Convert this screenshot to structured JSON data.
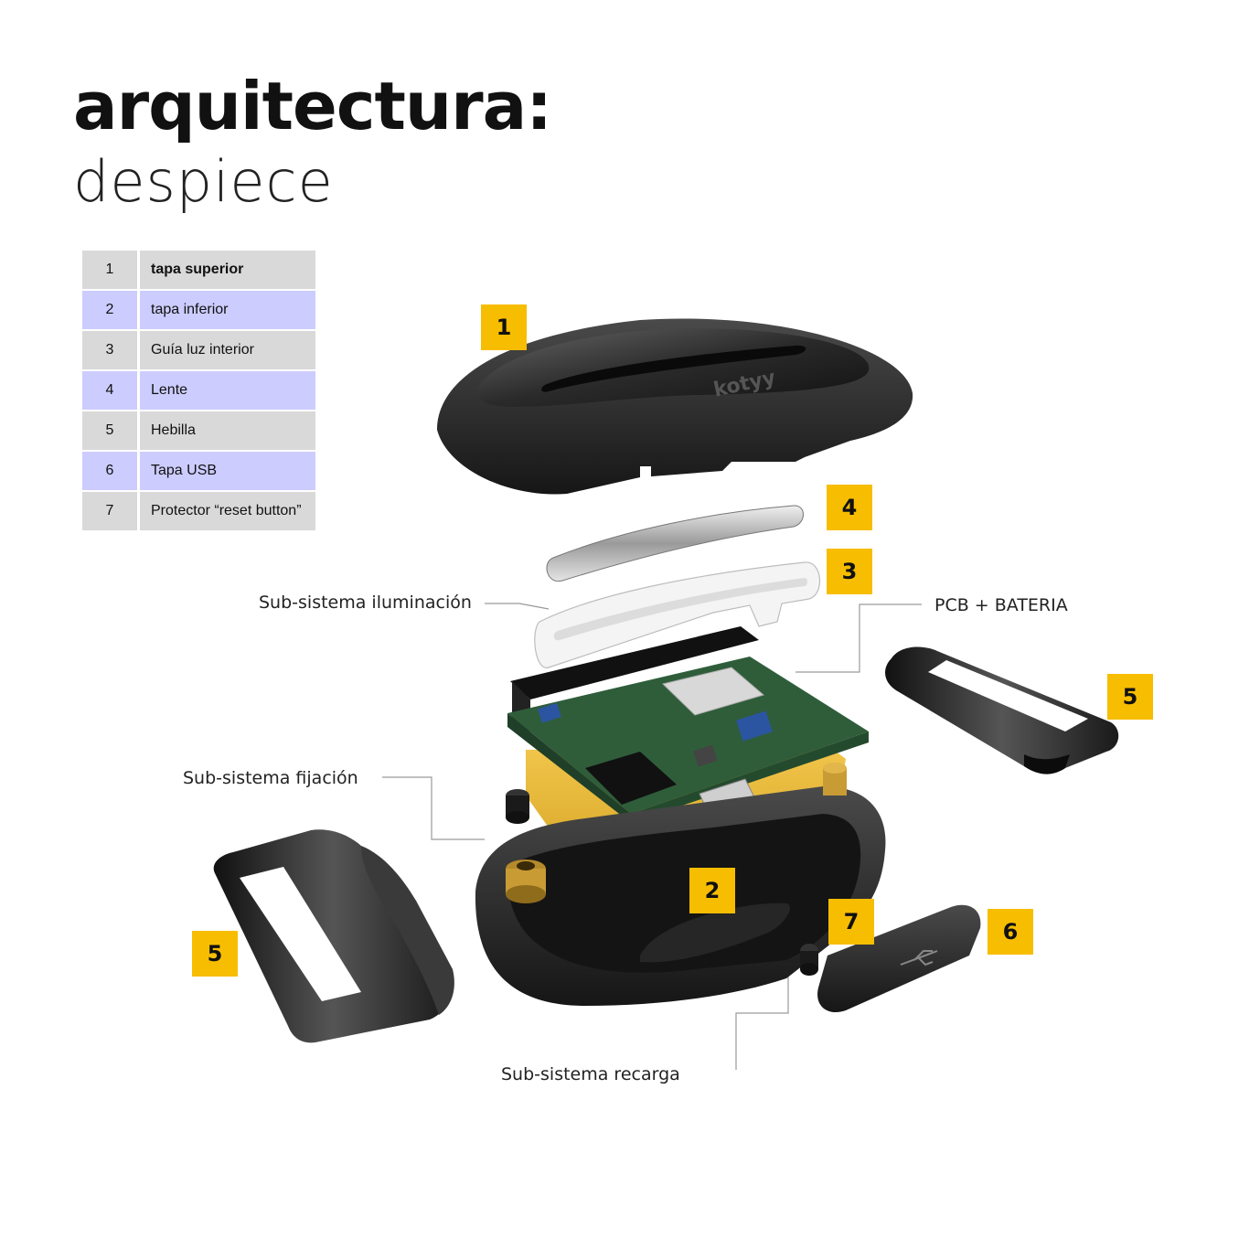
{
  "header": {
    "title": "arquitectura:",
    "subtitle": "despiece"
  },
  "parts_table": [
    {
      "num": "1",
      "name": "tapa superior"
    },
    {
      "num": "2",
      "name": "tapa inferior"
    },
    {
      "num": "3",
      "name": "Guía luz interior"
    },
    {
      "num": "4",
      "name": "Lente"
    },
    {
      "num": "5",
      "name": "Hebilla"
    },
    {
      "num": "6",
      "name": "Tapa USB"
    },
    {
      "num": "7",
      "name": "Protector “reset button”"
    }
  ],
  "badges": {
    "b1": "1",
    "b2": "2",
    "b3": "3",
    "b4": "4",
    "b5a": "5",
    "b5b": "5",
    "b6": "6",
    "b7": "7"
  },
  "callouts": {
    "iluminacion": "Sub-sistema iluminación",
    "pcb": "PCB + BATERIA",
    "fijacion": "Sub-sistema fijación",
    "recarga": "Sub-sistema recarga"
  },
  "device_brand": "kotyy",
  "colors": {
    "badge": "#f7bd00",
    "row_gray": "#d9d9d9",
    "row_lilac": "#ccccff",
    "shell": "#1e1e1e",
    "pcb": "#2f5d3a",
    "battery": "#e6b83a"
  }
}
